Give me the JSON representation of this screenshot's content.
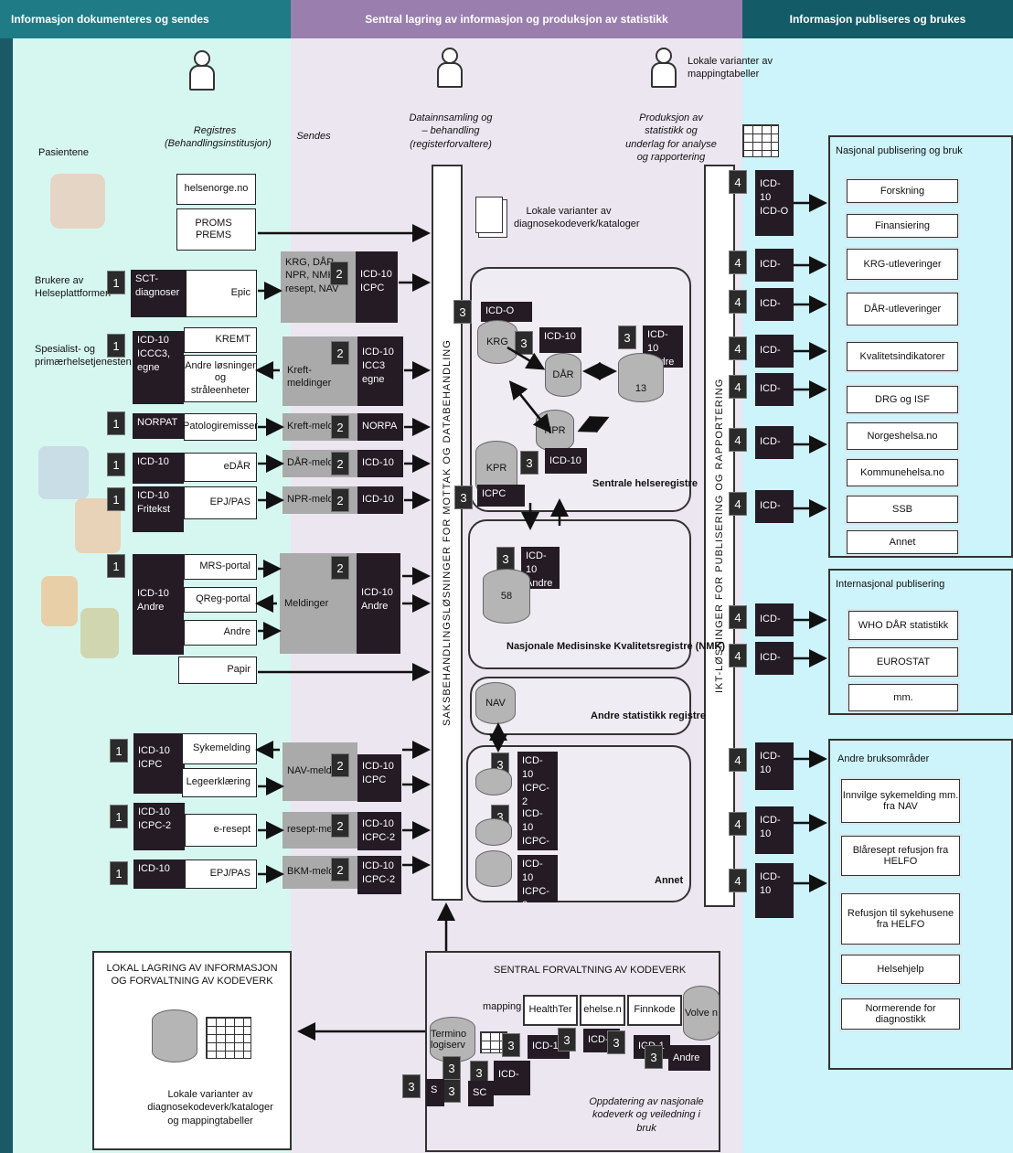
{
  "headers": {
    "left": "Informasjon dokumenteres og sendes",
    "middle": "Sentral lagring av informasjon og produksjon av statistikk",
    "right": "Informasjon publiseres og brukes"
  },
  "labels": {
    "registres": "Registres (Behandlingsinstitusjon)",
    "sendes": "Sendes",
    "datainnsamling": "Datainnsamling og – behandling (registerforvaltere)",
    "produksjon": "Produksjon av statistikk og underlag for analyse og rapportering",
    "lokale_mapping": "Lokale varianter av mappingtabeller",
    "lokale_diag": "Lokale varianter av diagnosekodeverk/kataloger",
    "pasientene": "Pasientene",
    "brukere": "Brukere av Helseplattformen",
    "spesialist": "Spesialist- og primærhelsetjenesten",
    "vertical_left": "SAKSBEHANDLINGSLØSNINGER FOR MOTTAK OG DATABEHANDLING",
    "vertical_right": "IKT-LØSNINGER FOR PUBLISERING OG RAPPORTERING",
    "sentrale": "Sentrale helseregistre",
    "nmk": "Nasjonale Medisinske Kvalitetsregistre (NMK)",
    "andre_stat": "Andre statistikk registre",
    "annet": "Annet",
    "lokal_lagring": "LOKAL LAGRING AV INFORMASJON OG FORVALTNING AV KODEVERK",
    "lokale_bottom": "Lokale varianter av diagnosekodeverk/kataloger og mappingtabeller",
    "sentral_forvaltning": "SENTRAL FORVALTNING AV KODEVERK",
    "oppdatering": "Oppdatering av nasjonale kodeverk og veiledning i bruk",
    "mapping": "mapping"
  },
  "sources": {
    "helsenorge": "helsenorge.no",
    "proms": "PROMS PREMS",
    "epic": "Epic",
    "sct": "SCT- diagnoser",
    "kremt": "KREMT",
    "andre_losninger": "Andre løsninger og stråleenheter",
    "icd_iccc": "ICD-10 ICCC3, egne",
    "norpat": "NORPAT",
    "patologi": "Patologiremisser",
    "icd10_a": "ICD-10",
    "edar": "eDÅR",
    "icd10_fritekst": "ICD-10 Fritekst",
    "epjpas": "EPJ/PAS",
    "icd10_andre": "ICD-10 Andre",
    "mrs": "MRS-portal",
    "qreg": "QReg-portal",
    "andre": "Andre",
    "papir": "Papir",
    "icd10_icpc": "ICD-10 ICPC",
    "sykemelding": "Sykemelding",
    "legeerklaering": "Legeerklæring",
    "icd10_icpc2": "ICD-10 ICPC-2",
    "eresept": "e-resept",
    "icd10_b": "ICD-10",
    "epjpas2": "EPJ/PAS"
  },
  "messages": {
    "krg_dar": "KRG, DÅR, NPR, NMK, resept, NAV",
    "icd_icpc_1": "ICD-10 ICPC",
    "kreft": "Kreft-meldinger",
    "icc3": "ICD-10 ICC3 egne",
    "kreft2": "Kreft-meldi",
    "norpa": "NORPA",
    "dar_meld": "DÅR-meldir",
    "icd_dar": "ICD-10",
    "npr_meld": "NPR-meldir",
    "icd_npr": "ICD-10",
    "meldinger": "Meldinger",
    "icd_andre": "ICD-10 Andre",
    "nav_meld": "NAV-meldir",
    "icd_icpc_nav": "ICD-10 ICPC",
    "resept_meld": "resept-meld",
    "icd_icpc2_r": "ICD-10 ICPC-2",
    "bkm_meld": "BKM-meldin",
    "icd_icpc2_b": "ICD-10 ICPC-2"
  },
  "registers": {
    "icd_o": "ICD-O",
    "krg": "KRG",
    "icd10_dar": "ICD-10",
    "dar": "DÅR",
    "icd10_andre": "ICD-10 Andre",
    "n13": "13",
    "npr": "NPR",
    "kpr": "KPR",
    "icd10_npr": "ICD-10",
    "icpc": "ICPC",
    "nmk_icd": "ICD-10 Andre",
    "n58": "58",
    "nav": "NAV",
    "annet1": "ICD-10 ICPC-2",
    "annet2": "ICD-10 ICPC-",
    "annet3": "ICD-10 ICPC-2"
  },
  "out_codes": {
    "c1": "ICD-10 ICD-O",
    "c": "ICD-",
    "c10": "ICD-10"
  },
  "nasjonal": {
    "title": "Nasjonal publisering og bruk",
    "items": [
      "Forskning",
      "Finansiering",
      "KRG-utleveringer",
      "DÅR-utleveringer",
      "Kvalitetsindikatorer",
      "DRG og ISF",
      "Norgeshelsa.no",
      "Kommunehelsa.no",
      "SSB",
      "Annet"
    ]
  },
  "internasjonal": {
    "title": "Internasjonal publisering",
    "items": [
      "WHO DÅR statistikk",
      "EUROSTAT",
      "mm."
    ]
  },
  "andre_bruk": {
    "title": "Andre bruksområder",
    "items": [
      "Innvilge sykemelding mm. fra NAV",
      "Blåresept refusjon fra HELFO",
      "Refusjon til sykehusene fra HELFO",
      "Helsehjelp",
      "Normerende for diagnostikk"
    ]
  },
  "kodeverk": {
    "healthter": "HealthTer",
    "ehelse": "ehelse.n",
    "finnkode": "Finnkode",
    "volven": "Volve n",
    "termino": "Termino logiserv",
    "icd1": "ICD-1",
    "icd2": "ICD-",
    "icd3": "ICD-1",
    "andre": "Andre",
    "icd4": "ICD-",
    "s": "S",
    "sc": "SC"
  },
  "nums": {
    "one": "1",
    "two": "2",
    "three": "3",
    "four": "4"
  },
  "colors": {
    "left_bg": "#d6f7f0",
    "mid_bg": "#ece6f0",
    "right_bg": "#cdf3fb",
    "left_hdr": "#1f7b86",
    "mid_hdr": "#9a7fae",
    "right_hdr": "#135b66"
  }
}
